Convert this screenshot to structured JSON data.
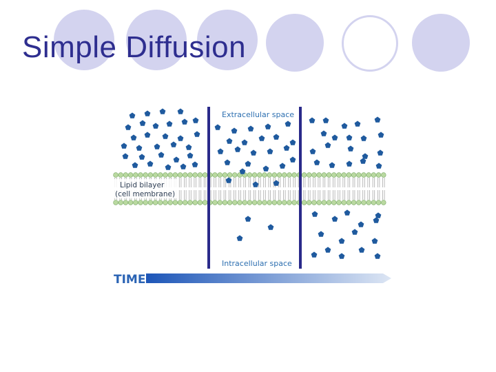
{
  "slide": {
    "title": "Simple Diffusion"
  },
  "diagram": {
    "extracellular_label": "Extracellular space",
    "intracellular_label": "Intracellular space",
    "membrane_label_line1": "Lipid bilayer",
    "membrane_label_line2": "(cell membrane)",
    "time_label": "TIME"
  },
  "colors": {
    "title": "#2e2e8f",
    "decor_circle": "#d3d3ef",
    "molecule": "#1f5a9e",
    "membrane_head": "#b9d9a0",
    "divider": "#2a2a8a",
    "time_arrow_start": "#1d56b8",
    "time_arrow_end": "#dde6f4"
  }
}
